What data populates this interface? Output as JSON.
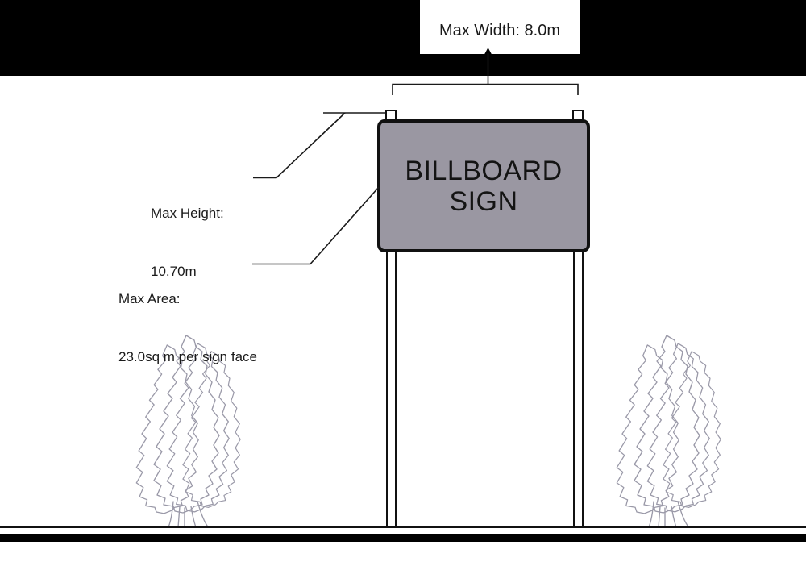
{
  "annotations": {
    "max_width": {
      "text": "Max Width: 8.0m"
    },
    "max_height": {
      "label": "Max Height:",
      "value": "10.70m"
    },
    "max_area": {
      "label": "Max Area:",
      "value": "23.0sq m per sign face"
    }
  },
  "sign": {
    "line1": "BILLBOARD",
    "line2": "SIGN",
    "fill_color": "#9a97a2",
    "border_color": "#111111"
  },
  "scene": {
    "ink_color": "#1a1a1a",
    "tree_stroke_color": "#9a99a8",
    "top_band_color": "#000000",
    "ground_bar_color": "#000000"
  }
}
